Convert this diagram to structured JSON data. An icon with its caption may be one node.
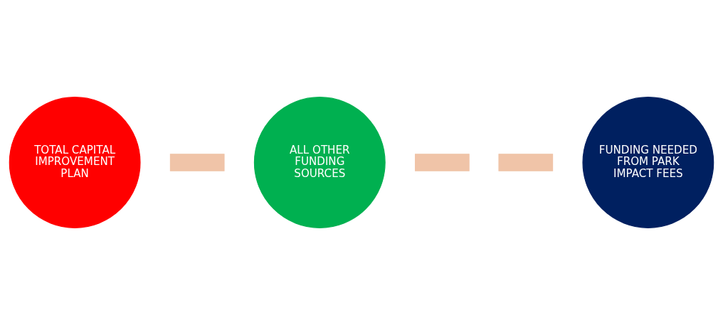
{
  "diagram": {
    "nodes": [
      {
        "text": [
          "TOTAL CAPITAL IMPROVEMENT PLAN"
        ]
      },
      {
        "text": [],
        "shape": "bar"
      },
      {
        "text": [
          "ALL OTHER FUNDING SOURCES"
        ]
      },
      {
        "text": [],
        "shape": "bar"
      },
      {
        "text": [],
        "shape": "bar"
      },
      {
        "text": [
          "FUNDING NEEDED FROM PARK IMPACT FEES"
        ]
      }
    ],
    "edges": []
  }
}
